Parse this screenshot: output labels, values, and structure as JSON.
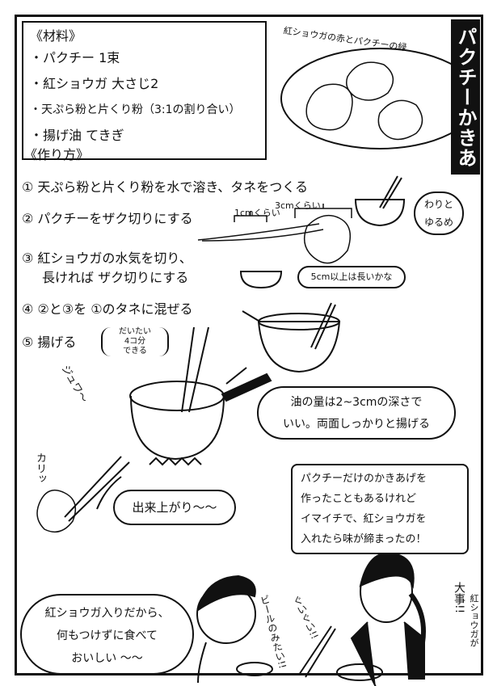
{
  "title": "パクチーかきあげ",
  "ingredients": {
    "heading": "《材料》",
    "items": [
      "・パクチー 1束",
      "・紅ショウガ 大さじ2",
      "・天ぷら粉と片くり粉（3:1の割り合い）",
      "・揚げ油 てきぎ"
    ]
  },
  "plate_caption": "紅ショウガの赤とパクチーの緑",
  "method": {
    "heading": "《作り方》",
    "steps": [
      "① 天ぷら粉と片くり粉を水で溶き、タネをつくる",
      "② パクチーをザク切りにする",
      "③ 紅ショウガの水気を切り、",
      "長ければ ザク切りにする",
      "④ ②と③を ①のタネに混ぜる",
      "⑤ 揚げる"
    ],
    "step5_note": [
      "だいたい",
      "4コ分",
      "できる"
    ]
  },
  "annotations": {
    "batter_note": [
      "わりと",
      "ゆるめ"
    ],
    "cut_1cm": "1cmくらい",
    "cut_3cm": "3cmくらい",
    "ginger_note": "5cm以上は長いかな",
    "oil_note": [
      "油の量は2~3cmの深さで",
      "いい。両面しっかりと揚げる"
    ],
    "done": "出来上がり〜〜"
  },
  "sfx": {
    "sizzle": "ジュワ〜",
    "crunch": "カリッ",
    "gulp": "ぐいぐい!!"
  },
  "dialogue": {
    "woman": [
      "パクチーだけのかきあげを",
      "作ったこともあるけれど",
      "イマイチで、紅ショウガを",
      "入れたら味が締まったの！"
    ],
    "important": "大事!!",
    "important_sub": "紅ショウガが",
    "kid": [
      "紅ショウガ入りだから、",
      "何もつけずに食べて",
      "おいしい 〜〜"
    ],
    "beer": "ビールのみたい!!"
  }
}
